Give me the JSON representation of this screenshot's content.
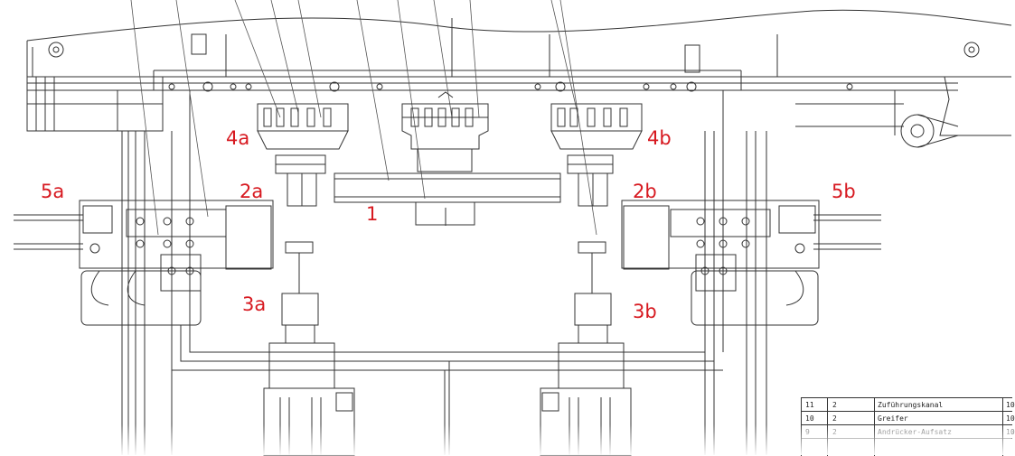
{
  "labels": {
    "l4a": "4a",
    "l4b": "4b",
    "l5a": "5a",
    "l2a": "2a",
    "l1": "1",
    "l2b": "2b",
    "l5b": "5b",
    "l3a": "3a",
    "l3b": "3b"
  },
  "title_block": {
    "rows": [
      {
        "pos": "11",
        "qty": "2",
        "name": "Zuführungskanal",
        "extra": "10"
      },
      {
        "pos": "10",
        "qty": "2",
        "name": "Greifer",
        "extra": "10"
      },
      {
        "pos": "9",
        "qty": "2",
        "name": "Andrücker-Aufsatz",
        "extra": "10"
      }
    ]
  },
  "colors": {
    "label": "#d71920",
    "line": "#333333"
  }
}
